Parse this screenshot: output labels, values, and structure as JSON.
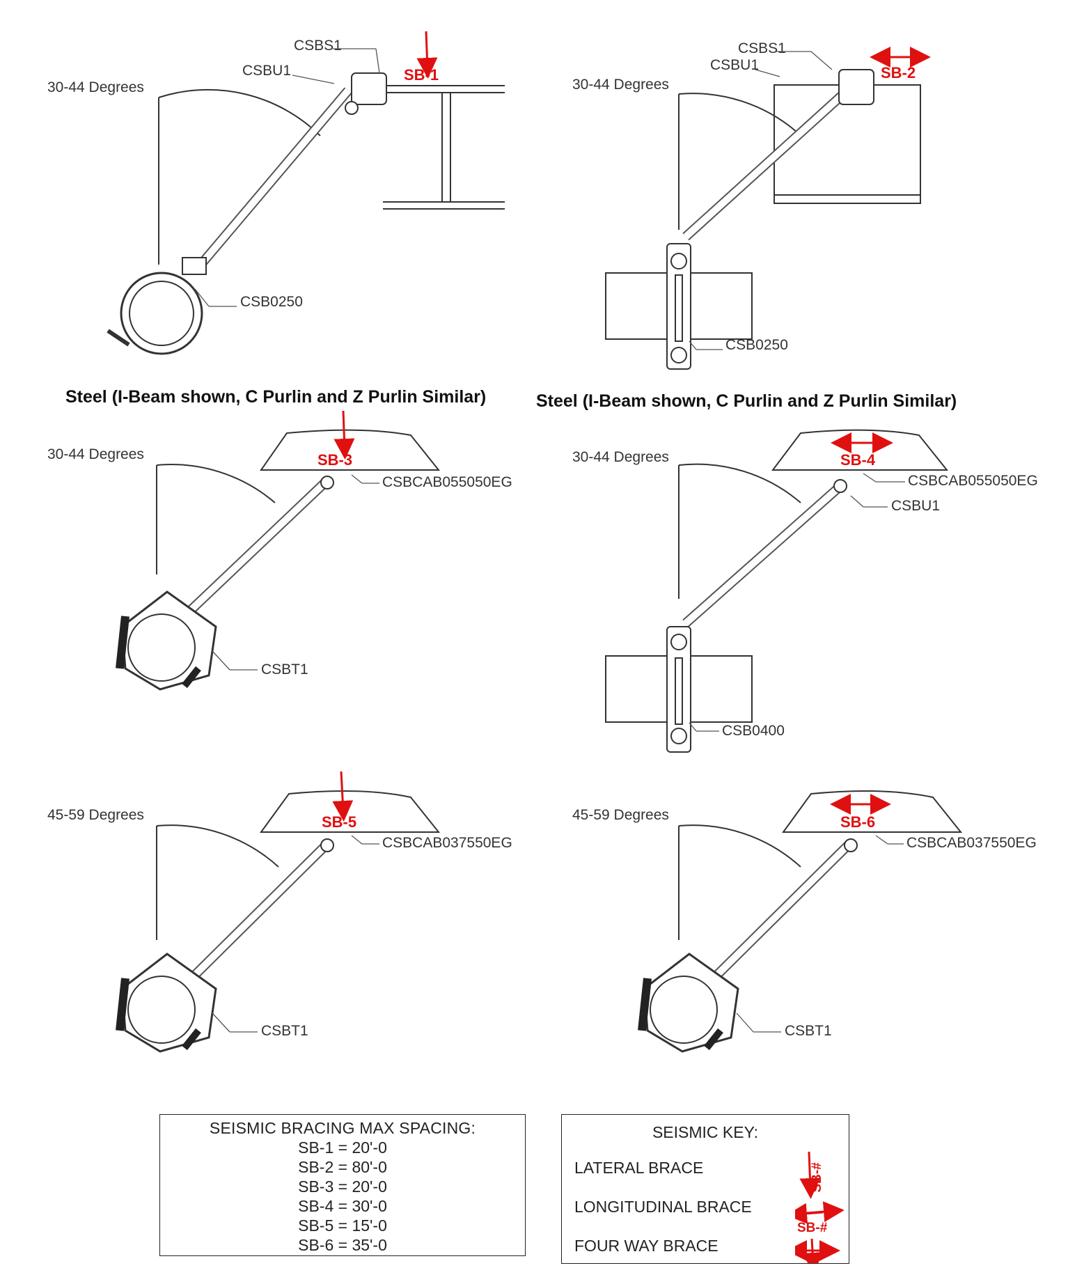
{
  "panels": [
    {
      "angle_label": "30-44 Degrees",
      "brace": "SB-1",
      "parts": [
        "CSBS1",
        "CSBU1",
        "CSB0250"
      ]
    },
    {
      "angle_label": "30-44 Degrees",
      "brace": "SB-2",
      "parts": [
        "CSBS1",
        "CSBU1",
        "CSB0250"
      ]
    },
    {
      "angle_label": "30-44 Degrees",
      "brace": "SB-3",
      "parts": [
        "CSBCAB055050EG",
        "CSBT1"
      ]
    },
    {
      "angle_label": "30-44 Degrees",
      "brace": "SB-4",
      "parts": [
        "CSBCAB055050EG",
        "CSBU1",
        "CSB0400"
      ]
    },
    {
      "angle_label": "45-59 Degrees",
      "brace": "SB-5",
      "parts": [
        "CSBCAB037550EG",
        "CSBT1"
      ]
    },
    {
      "angle_label": "45-59 Degrees",
      "brace": "SB-6",
      "parts": [
        "CSBCAB037550EG",
        "CSBT1"
      ]
    }
  ],
  "captions": [
    "Steel (I-Beam shown, C Purlin and Z Purlin Similar)",
    "Steel (I-Beam shown, C Purlin and Z Purlin Similar)"
  ],
  "spacing": {
    "title": "SEISMIC BRACING MAX SPACING:",
    "rows": [
      "SB-1 = 20'-0",
      "SB-2 = 80'-0",
      "SB-3 = 20'-0",
      "SB-4 = 30'-0",
      "SB-5 = 15'-0",
      "SB-6 = 35'-0"
    ]
  },
  "key": {
    "title": "SEISMIC KEY:",
    "lateral": "LATERAL BRACE",
    "longitudinal": "LONGITUDINAL BRACE",
    "four_way": "FOUR WAY BRACE",
    "symbol_text": "SB-#"
  },
  "colors": {
    "accent_red": "#e01010",
    "line": "#333333"
  }
}
